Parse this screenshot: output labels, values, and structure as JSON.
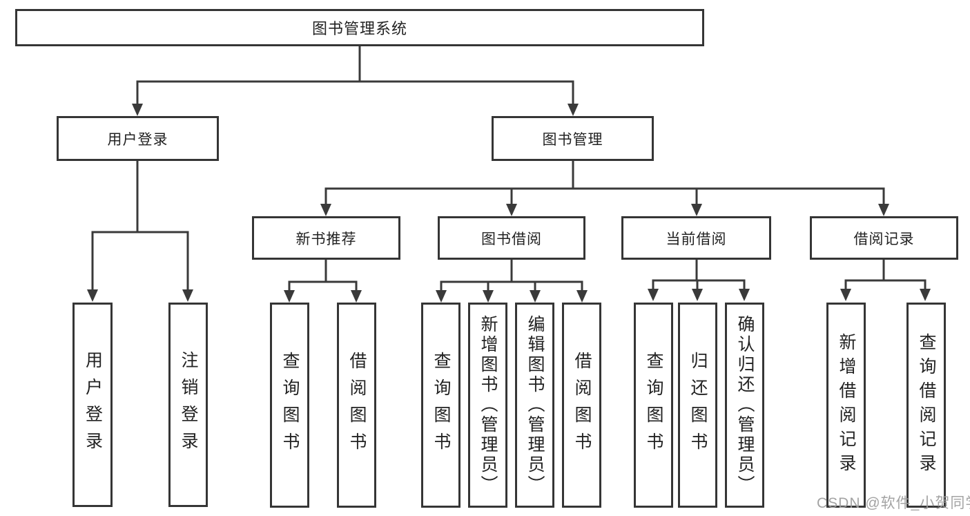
{
  "diagram": {
    "title": "图书管理系统",
    "root": {
      "label": "图书管理系统"
    },
    "level2": [
      {
        "label": "用户登录"
      },
      {
        "label": "图书管理"
      }
    ],
    "level3": [
      {
        "label": "新书推荐",
        "parent": "图书管理"
      },
      {
        "label": "图书借阅",
        "parent": "图书管理"
      },
      {
        "label": "当前借阅",
        "parent": "图书管理"
      },
      {
        "label": "借阅记录",
        "parent": "图书管理"
      }
    ],
    "leaves": [
      {
        "label": "用户登录",
        "parent": "用户登录"
      },
      {
        "label": "注销登录",
        "parent": "用户登录"
      },
      {
        "label": "查询图书",
        "parent": "新书推荐"
      },
      {
        "label": "借阅图书",
        "parent": "新书推荐"
      },
      {
        "label": "查询图书",
        "parent": "图书借阅"
      },
      {
        "label": "新增图书（管理员）",
        "parent": "图书借阅"
      },
      {
        "label": "编辑图书（管理员）",
        "parent": "图书借阅"
      },
      {
        "label": "借阅图书",
        "parent": "图书借阅"
      },
      {
        "label": "查询图书",
        "parent": "当前借阅"
      },
      {
        "label": "归还图书",
        "parent": "当前借阅"
      },
      {
        "label": "确认归还（管理员）",
        "parent": "当前借阅"
      },
      {
        "label": "新增借阅记录",
        "parent": "借阅记录"
      },
      {
        "label": "查询借阅记录",
        "parent": "借阅记录"
      }
    ],
    "watermark": "CSDN @软件_小贺同学",
    "colors": {
      "line": "#3a3a3a",
      "box_border": "#353535",
      "text": "#222222",
      "watermark": "#9e9e9e",
      "background": "#ffffff"
    }
  }
}
